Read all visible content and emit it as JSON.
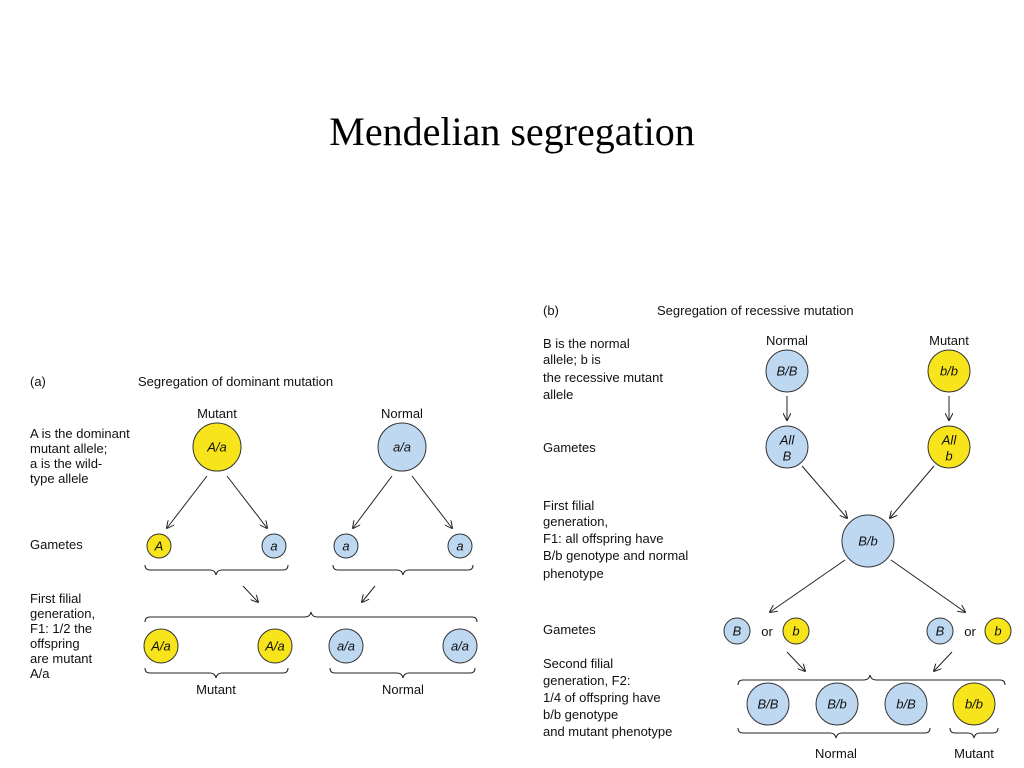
{
  "title": "Mendelian segregation",
  "colors": {
    "mutant": "#f7e41a",
    "normal": "#bfd8f2",
    "stroke": "#333333"
  },
  "panel_a": {
    "letter": "(a)",
    "heading": "Segregation of dominant mutation",
    "parent_mutant_label": "Mutant",
    "parent_normal_label": "Normal",
    "desc": [
      "A is the dominant",
      "mutant allele;",
      "a is the wild-",
      "type allele"
    ],
    "gametes_label": "Gametes",
    "f1_desc": [
      "First filial",
      "generation,",
      "F1: 1/2 the",
      "offspring",
      "are mutant",
      "A/a"
    ],
    "parent_mutant": "A/a",
    "parent_normal": "a/a",
    "gametes": [
      "A",
      "a",
      "a",
      "a"
    ],
    "offspring": [
      "A/a",
      "A/a",
      "a/a",
      "a/a"
    ],
    "bottom_mutant": "Mutant",
    "bottom_normal": "Normal"
  },
  "panel_b": {
    "letter": "(b)",
    "heading": "Segregation of recessive mutation",
    "parent_normal_label": "Normal",
    "parent_mutant_label": "Mutant",
    "desc": [
      "B is the normal",
      "allele; b is",
      "the recessive mutant",
      "allele"
    ],
    "gametes_label": "Gametes",
    "f1_desc": [
      "First filial",
      "generation,",
      "F1: all offspring have",
      "B/b genotype and normal",
      "phenotype"
    ],
    "gametes2_label": "Gametes",
    "f2_desc": [
      "Second filial",
      "generation, F2:",
      "1/4 of offspring have",
      "b/b genotype",
      "and mutant phenotype"
    ],
    "parent_normal": "B/B",
    "parent_mutant": "b/b",
    "gamete_all_B": [
      "All",
      "B"
    ],
    "gamete_all_b": [
      "All",
      "b"
    ],
    "f1": "B/b",
    "g2": [
      "B",
      "b",
      "B",
      "b"
    ],
    "or_word": "or",
    "f2": [
      "B/B",
      "B/b",
      "b/B",
      "b/b"
    ],
    "bottom_normal": "Normal",
    "bottom_mutant": "Mutant"
  }
}
